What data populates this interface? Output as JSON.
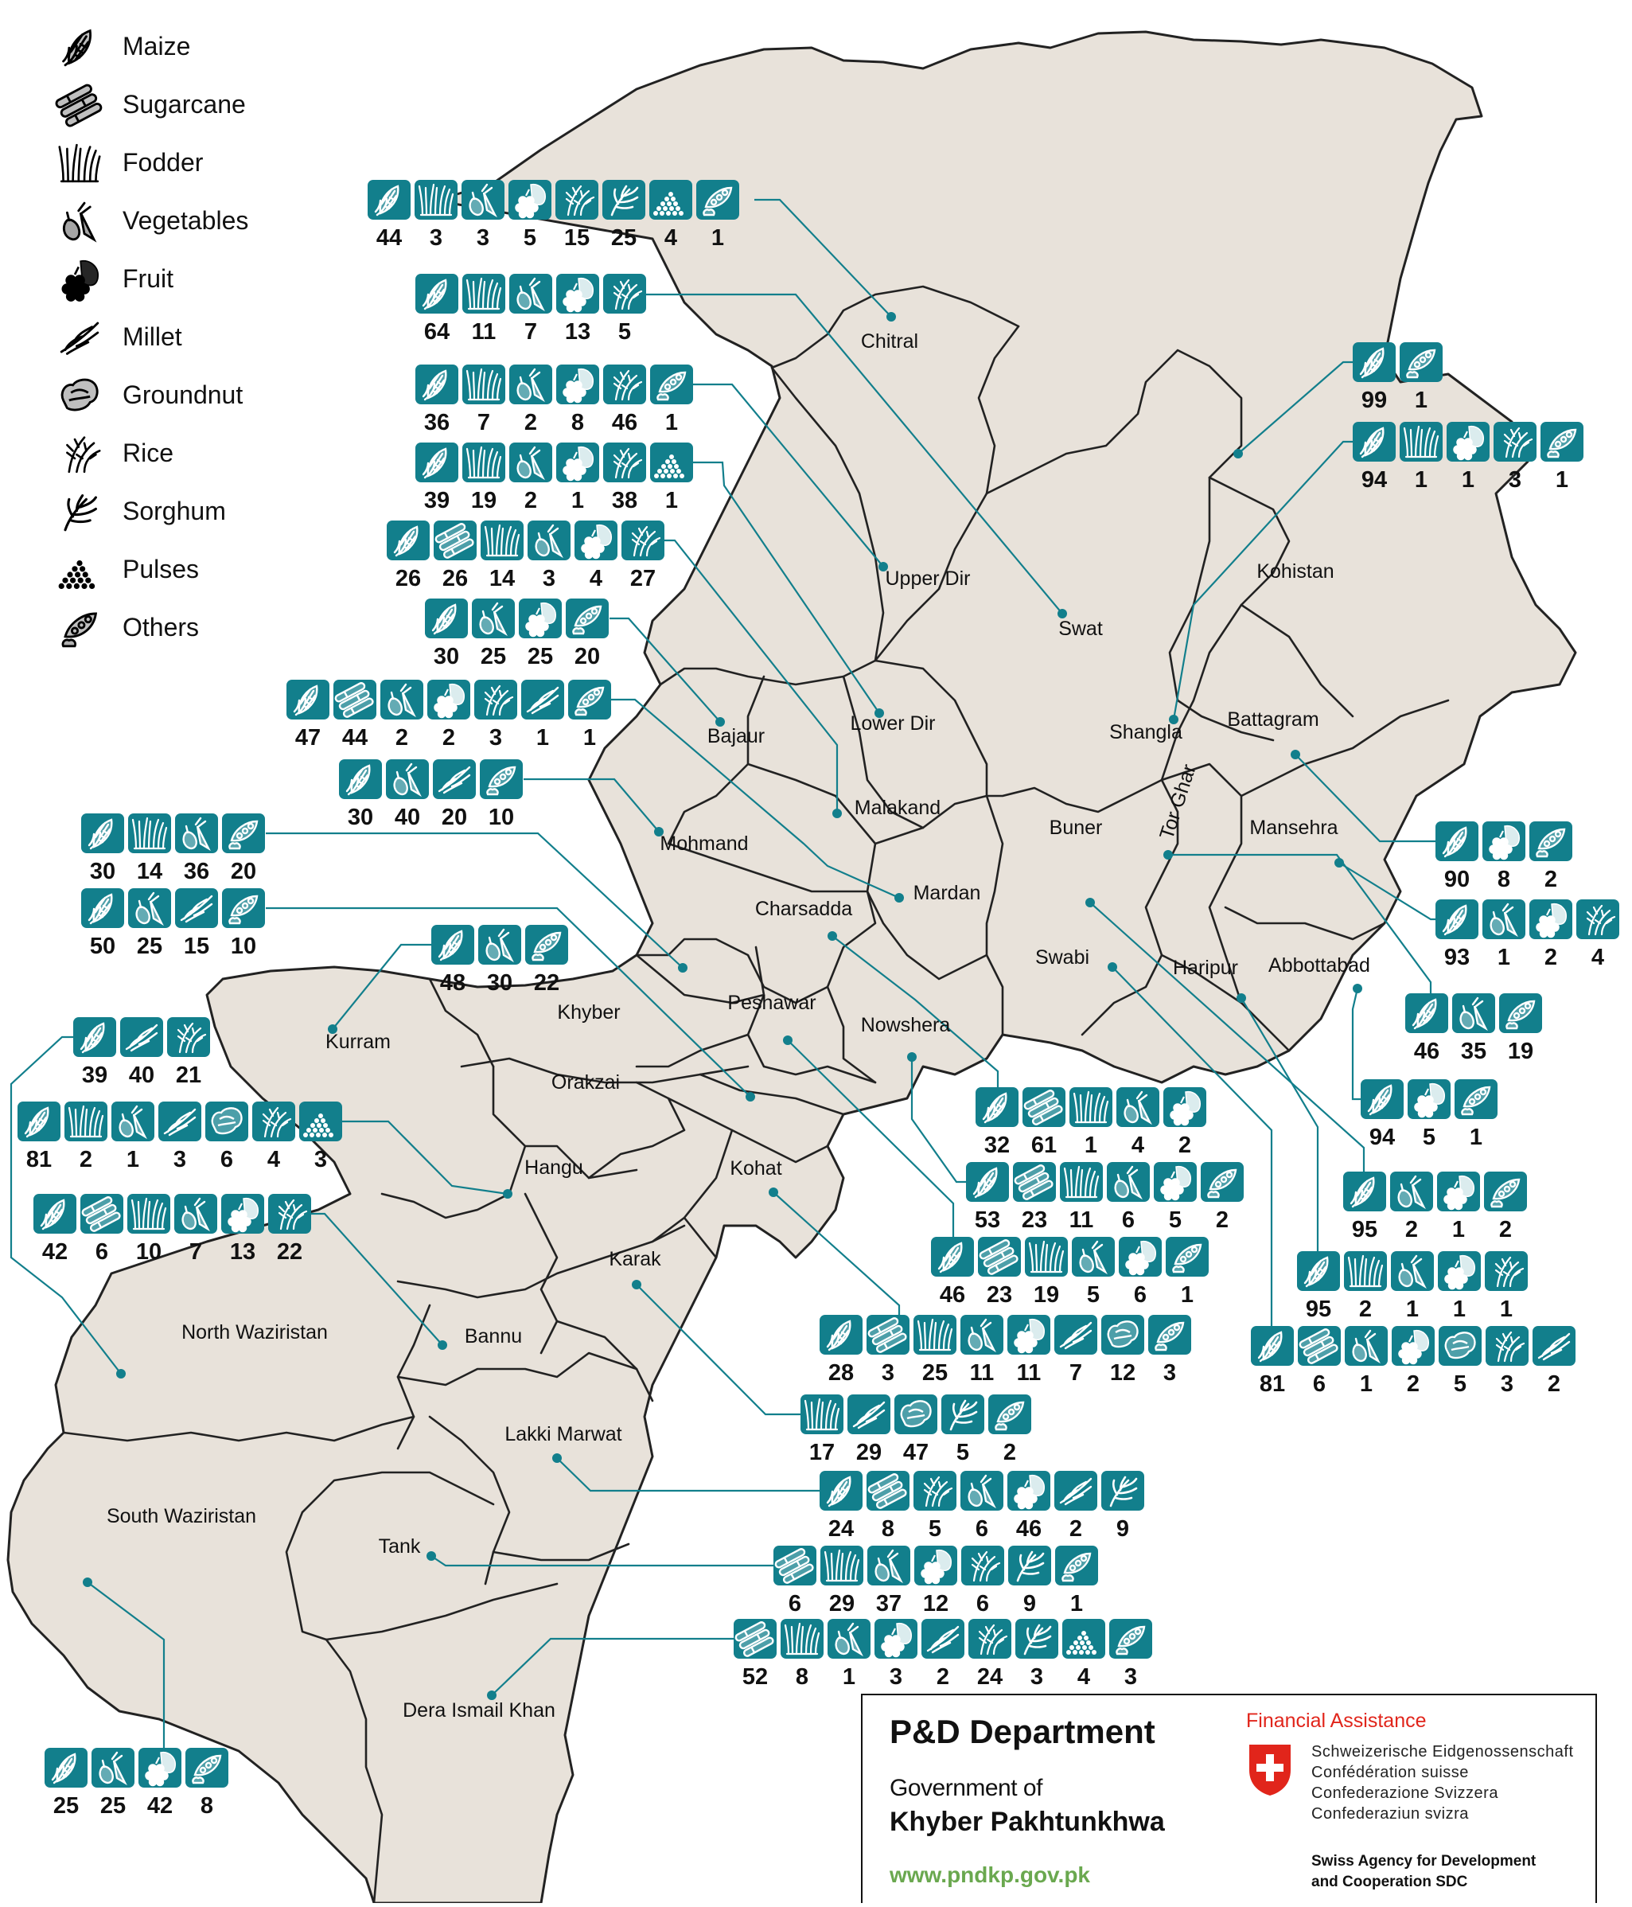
{
  "legend": [
    {
      "key": "maize",
      "label": "Maize"
    },
    {
      "key": "sugarcane",
      "label": "Sugarcane"
    },
    {
      "key": "fodder",
      "label": "Fodder"
    },
    {
      "key": "vegetables",
      "label": "Vegetables"
    },
    {
      "key": "fruit",
      "label": "Fruit"
    },
    {
      "key": "millet",
      "label": "Millet"
    },
    {
      "key": "groundnut",
      "label": "Groundnut"
    },
    {
      "key": "rice",
      "label": "Rice"
    },
    {
      "key": "sorghum",
      "label": "Sorghum"
    },
    {
      "key": "pulses",
      "label": "Pulses"
    },
    {
      "key": "others",
      "label": "Others"
    }
  ],
  "district_labels": [
    "Chitral",
    "Upper Dir",
    "Swat",
    "Kohistan",
    "Shangla",
    "Battagram",
    "Tor Ghar",
    "Lower Dir",
    "Bajaur",
    "Malakand",
    "Buner",
    "Mansehra",
    "Mohmand",
    "Mardan",
    "Charsadda",
    "Swabi",
    "Haripur",
    "Abbottabad",
    "Peshawar",
    "Nowshera",
    "Khyber",
    "Kurram",
    "Orakzai",
    "Hangu",
    "Kohat",
    "Karak",
    "North Waziristan",
    "Bannu",
    "Lakki Marwat",
    "South Waziristan",
    "Tank",
    "Dera Ismail Khan"
  ],
  "crop_panels": [
    {
      "district": "Chitral",
      "crops": [
        {
          "crop": "maize",
          "value": "44"
        },
        {
          "crop": "fodder",
          "value": "3"
        },
        {
          "crop": "vegetables",
          "value": "3"
        },
        {
          "crop": "fruit",
          "value": "5"
        },
        {
          "crop": "rice",
          "value": "15"
        },
        {
          "crop": "sorghum",
          "value": "25"
        },
        {
          "crop": "pulses",
          "value": "4"
        },
        {
          "crop": "others",
          "value": "1"
        }
      ]
    },
    {
      "district": "Swat",
      "crops": [
        {
          "crop": "maize",
          "value": "64"
        },
        {
          "crop": "fodder",
          "value": "11"
        },
        {
          "crop": "vegetables",
          "value": "7"
        },
        {
          "crop": "fruit",
          "value": "13"
        },
        {
          "crop": "rice",
          "value": "5"
        }
      ]
    },
    {
      "district": "Upper Dir",
      "crops": [
        {
          "crop": "maize",
          "value": "36"
        },
        {
          "crop": "fodder",
          "value": "7"
        },
        {
          "crop": "vegetables",
          "value": "2"
        },
        {
          "crop": "fruit",
          "value": "8"
        },
        {
          "crop": "rice",
          "value": "46"
        },
        {
          "crop": "others",
          "value": "1"
        }
      ]
    },
    {
      "district": "Lower Dir",
      "crops": [
        {
          "crop": "maize",
          "value": "39"
        },
        {
          "crop": "fodder",
          "value": "19"
        },
        {
          "crop": "vegetables",
          "value": "2"
        },
        {
          "crop": "fruit",
          "value": "1"
        },
        {
          "crop": "rice",
          "value": "38"
        },
        {
          "crop": "pulses",
          "value": "1"
        }
      ]
    },
    {
      "district": "Malakand",
      "crops": [
        {
          "crop": "maize",
          "value": "26"
        },
        {
          "crop": "sugarcane",
          "value": "26"
        },
        {
          "crop": "fodder",
          "value": "14"
        },
        {
          "crop": "vegetables",
          "value": "3"
        },
        {
          "crop": "fruit",
          "value": "4"
        },
        {
          "crop": "rice",
          "value": "27"
        }
      ]
    },
    {
      "district": "Bajaur",
      "crops": [
        {
          "crop": "maize",
          "value": "30"
        },
        {
          "crop": "vegetables",
          "value": "25"
        },
        {
          "crop": "fruit",
          "value": "25"
        },
        {
          "crop": "others",
          "value": "20"
        }
      ]
    },
    {
      "district": "Mardan",
      "crops": [
        {
          "crop": "maize",
          "value": "47"
        },
        {
          "crop": "sugarcane",
          "value": "44"
        },
        {
          "crop": "vegetables",
          "value": "2"
        },
        {
          "crop": "fruit",
          "value": "2"
        },
        {
          "crop": "rice",
          "value": "3"
        },
        {
          "crop": "millet",
          "value": "1"
        },
        {
          "crop": "others",
          "value": "1"
        }
      ]
    },
    {
      "district": "Mohmand",
      "crops": [
        {
          "crop": "maize",
          "value": "30"
        },
        {
          "crop": "vegetables",
          "value": "40"
        },
        {
          "crop": "millet",
          "value": "20"
        },
        {
          "crop": "others",
          "value": "10"
        }
      ]
    },
    {
      "district": "Khyber",
      "crops": [
        {
          "crop": "maize",
          "value": "30"
        },
        {
          "crop": "fodder",
          "value": "14"
        },
        {
          "crop": "vegetables",
          "value": "36"
        },
        {
          "crop": "others",
          "value": "20"
        }
      ]
    },
    {
      "district": "Orakzai",
      "crops": [
        {
          "crop": "maize",
          "value": "50"
        },
        {
          "crop": "vegetables",
          "value": "25"
        },
        {
          "crop": "millet",
          "value": "15"
        },
        {
          "crop": "others",
          "value": "10"
        }
      ]
    },
    {
      "district": "Kurram",
      "crops": [
        {
          "crop": "maize",
          "value": "48"
        },
        {
          "crop": "vegetables",
          "value": "30"
        },
        {
          "crop": "others",
          "value": "22"
        }
      ]
    },
    {
      "district": "North Waziristan",
      "crops": [
        {
          "crop": "maize",
          "value": "39"
        },
        {
          "crop": "millet",
          "value": "40"
        },
        {
          "crop": "rice",
          "value": "21"
        }
      ]
    },
    {
      "district": "Hangu",
      "crops": [
        {
          "crop": "maize",
          "value": "81"
        },
        {
          "crop": "fodder",
          "value": "2"
        },
        {
          "crop": "vegetables",
          "value": "1"
        },
        {
          "crop": "millet",
          "value": "3"
        },
        {
          "crop": "groundnut",
          "value": "6"
        },
        {
          "crop": "rice",
          "value": "4"
        },
        {
          "crop": "pulses",
          "value": "3"
        }
      ]
    },
    {
      "district": "Bannu",
      "crops": [
        {
          "crop": "maize",
          "value": "42"
        },
        {
          "crop": "sugarcane",
          "value": "6"
        },
        {
          "crop": "fodder",
          "value": "10"
        },
        {
          "crop": "vegetables",
          "value": "7"
        },
        {
          "crop": "fruit",
          "value": "13"
        },
        {
          "crop": "rice",
          "value": "22"
        }
      ]
    },
    {
      "district": "Kohistan",
      "crops": [
        {
          "crop": "maize",
          "value": "99"
        },
        {
          "crop": "others",
          "value": "1"
        }
      ]
    },
    {
      "district": "Shangla",
      "crops": [
        {
          "crop": "maize",
          "value": "94"
        },
        {
          "crop": "fodder",
          "value": "1"
        },
        {
          "crop": "fruit",
          "value": "1"
        },
        {
          "crop": "rice",
          "value": "3"
        },
        {
          "crop": "others",
          "value": "1"
        }
      ]
    },
    {
      "district": "Battagram",
      "crops": [
        {
          "crop": "maize",
          "value": "90"
        },
        {
          "crop": "fruit",
          "value": "8"
        },
        {
          "crop": "others",
          "value": "2"
        }
      ]
    },
    {
      "district": "Mansehra",
      "crops": [
        {
          "crop": "maize",
          "value": "93"
        },
        {
          "crop": "vegetables",
          "value": "1"
        },
        {
          "crop": "fruit",
          "value": "2"
        },
        {
          "crop": "rice",
          "value": "4"
        }
      ]
    },
    {
      "district": "Tor Ghar",
      "crops": [
        {
          "crop": "maize",
          "value": "46"
        },
        {
          "crop": "vegetables",
          "value": "35"
        },
        {
          "crop": "others",
          "value": "19"
        }
      ]
    },
    {
      "district": "Abbottabad",
      "crops": [
        {
          "crop": "maize",
          "value": "94"
        },
        {
          "crop": "fruit",
          "value": "5"
        },
        {
          "crop": "others",
          "value": "1"
        }
      ]
    },
    {
      "district": "Charsadda",
      "crops": [
        {
          "crop": "maize",
          "value": "32"
        },
        {
          "crop": "sugarcane",
          "value": "61"
        },
        {
          "crop": "fodder",
          "value": "1"
        },
        {
          "crop": "vegetables",
          "value": "4"
        },
        {
          "crop": "fruit",
          "value": "2"
        }
      ]
    },
    {
      "district": "Nowshera",
      "crops": [
        {
          "crop": "maize",
          "value": "53"
        },
        {
          "crop": "sugarcane",
          "value": "23"
        },
        {
          "crop": "fodder",
          "value": "11"
        },
        {
          "crop": "vegetables",
          "value": "6"
        },
        {
          "crop": "fruit",
          "value": "5"
        },
        {
          "crop": "others",
          "value": "2"
        }
      ]
    },
    {
      "district": "Peshawar",
      "crops": [
        {
          "crop": "maize",
          "value": "46"
        },
        {
          "crop": "sugarcane",
          "value": "23"
        },
        {
          "crop": "fodder",
          "value": "19"
        },
        {
          "crop": "vegetables",
          "value": "5"
        },
        {
          "crop": "fruit",
          "value": "6"
        },
        {
          "crop": "others",
          "value": "1"
        }
      ]
    },
    {
      "district": "Kohat",
      "crops": [
        {
          "crop": "maize",
          "value": "28"
        },
        {
          "crop": "sugarcane",
          "value": "3"
        },
        {
          "crop": "fodder",
          "value": "25"
        },
        {
          "crop": "vegetables",
          "value": "11"
        },
        {
          "crop": "fruit",
          "value": "11"
        },
        {
          "crop": "millet",
          "value": "7"
        },
        {
          "crop": "groundnut",
          "value": "12"
        },
        {
          "crop": "others",
          "value": "3"
        }
      ]
    },
    {
      "district": "Karak",
      "crops": [
        {
          "crop": "fodder",
          "value": "17"
        },
        {
          "crop": "millet",
          "value": "29"
        },
        {
          "crop": "groundnut",
          "value": "47"
        },
        {
          "crop": "sorghum",
          "value": "5"
        },
        {
          "crop": "others",
          "value": "2"
        }
      ]
    },
    {
      "district": "Lakki Marwat",
      "crops": [
        {
          "crop": "maize",
          "value": "24"
        },
        {
          "crop": "sugarcane",
          "value": "8"
        },
        {
          "crop": "rice",
          "value": "5"
        },
        {
          "crop": "vegetables",
          "value": "6"
        },
        {
          "crop": "fruit",
          "value": "46"
        },
        {
          "crop": "millet",
          "value": "2"
        },
        {
          "crop": "sorghum",
          "value": "9"
        }
      ]
    },
    {
      "district": "Tank",
      "crops": [
        {
          "crop": "sugarcane",
          "value": "6"
        },
        {
          "crop": "fodder",
          "value": "29"
        },
        {
          "crop": "vegetables",
          "value": "37"
        },
        {
          "crop": "fruit",
          "value": "12"
        },
        {
          "crop": "rice",
          "value": "6"
        },
        {
          "crop": "sorghum",
          "value": "9"
        },
        {
          "crop": "others",
          "value": "1"
        }
      ]
    },
    {
      "district": "Dera Ismail Khan",
      "crops": [
        {
          "crop": "sugarcane",
          "value": "52"
        },
        {
          "crop": "fodder",
          "value": "8"
        },
        {
          "crop": "vegetables",
          "value": "1"
        },
        {
          "crop": "fruit",
          "value": "3"
        },
        {
          "crop": "millet",
          "value": "2"
        },
        {
          "crop": "rice",
          "value": "24"
        },
        {
          "crop": "sorghum",
          "value": "3"
        },
        {
          "crop": "pulses",
          "value": "4"
        },
        {
          "crop": "others",
          "value": "3"
        }
      ]
    },
    {
      "district": "Buner",
      "crops": [
        {
          "crop": "maize",
          "value": "95"
        },
        {
          "crop": "vegetables",
          "value": "2"
        },
        {
          "crop": "fruit",
          "value": "1"
        },
        {
          "crop": "others",
          "value": "2"
        }
      ]
    },
    {
      "district": "Haripur",
      "crops": [
        {
          "crop": "maize",
          "value": "95"
        },
        {
          "crop": "fodder",
          "value": "2"
        },
        {
          "crop": "vegetables",
          "value": "1"
        },
        {
          "crop": "fruit",
          "value": "1"
        },
        {
          "crop": "rice",
          "value": "1"
        }
      ]
    },
    {
      "district": "Swabi",
      "crops": [
        {
          "crop": "maize",
          "value": "81"
        },
        {
          "crop": "sugarcane",
          "value": "6"
        },
        {
          "crop": "vegetables",
          "value": "1"
        },
        {
          "crop": "fruit",
          "value": "2"
        },
        {
          "crop": "groundnut",
          "value": "5"
        },
        {
          "crop": "rice",
          "value": "3"
        },
        {
          "crop": "millet",
          "value": "2"
        }
      ]
    },
    {
      "district": "South Waziristan",
      "crops": [
        {
          "crop": "maize",
          "value": "25"
        },
        {
          "crop": "vegetables",
          "value": "25"
        },
        {
          "crop": "fruit",
          "value": "42"
        },
        {
          "crop": "others",
          "value": "8"
        }
      ]
    }
  ],
  "info": {
    "department": "P&D Department",
    "gov_line1": "Government of",
    "gov_line2": "Khyber Pakhtunkhwa",
    "url": "www.pndkp.gov.pk",
    "financial": "Financial Assistance",
    "swiss": [
      "Schweizerische Eidgenossenschaft",
      "Confédération suisse",
      "Confederazione Svizzera",
      "Confederaziun svizra"
    ],
    "sdc": [
      "Swiss Agency for Development",
      "and Cooperation SDC"
    ]
  },
  "colors": {
    "land": "#e8e2da",
    "border": "#222222",
    "teal": "#127f8c",
    "leader": "#127f8c",
    "text": "#111111",
    "swiss_red": "#e1251b"
  }
}
